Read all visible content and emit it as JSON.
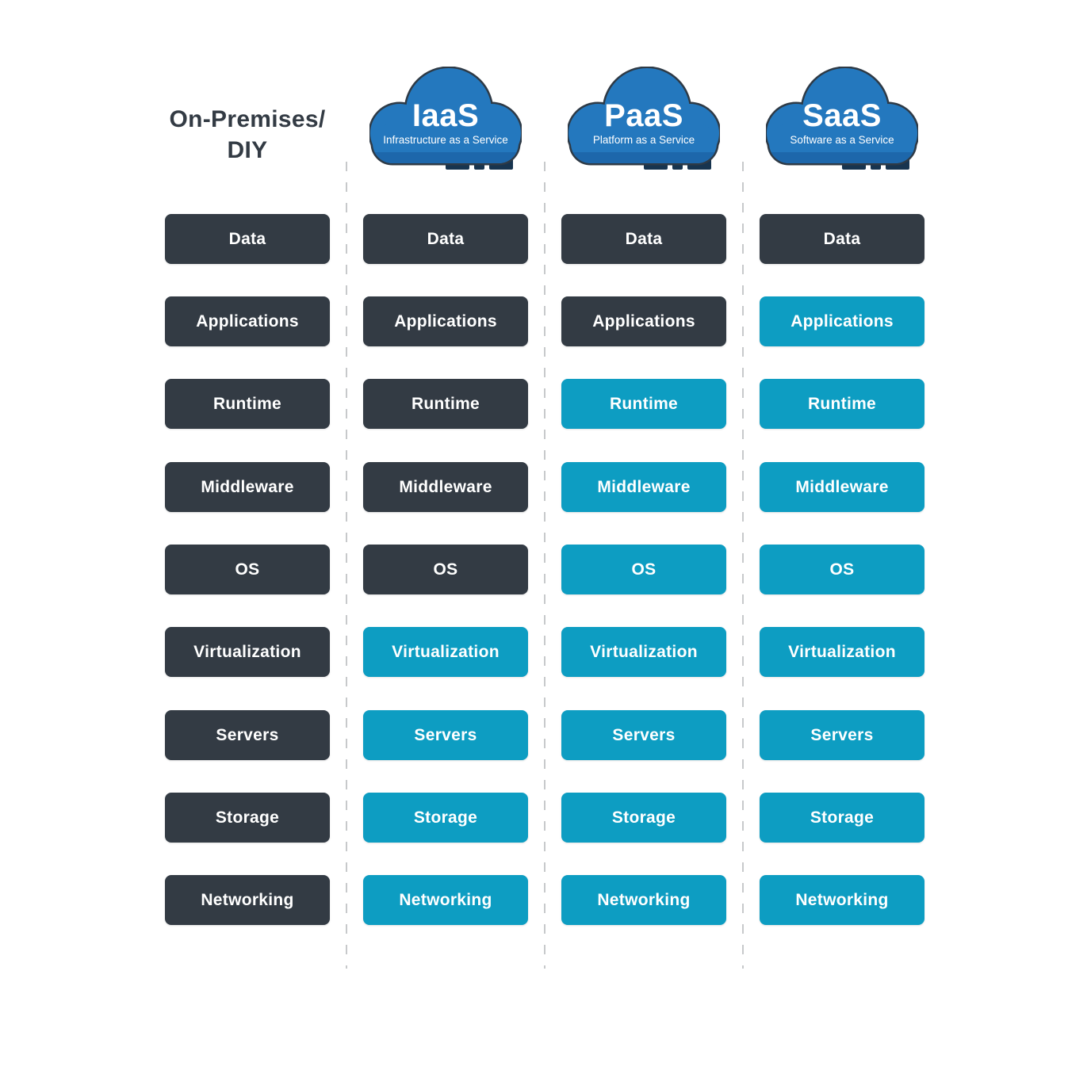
{
  "title": {
    "line1": "On-Premises/",
    "line2": "DIY"
  },
  "columns": [
    {
      "id": "on-premises",
      "header": "On-Premises/DIY",
      "cells": [
        {
          "label": "Data",
          "style": "dark"
        },
        {
          "label": "Applications",
          "style": "dark"
        },
        {
          "label": "Runtime",
          "style": "dark"
        },
        {
          "label": "Middleware",
          "style": "dark"
        },
        {
          "label": "OS",
          "style": "dark"
        },
        {
          "label": "Virtualization",
          "style": "dark"
        },
        {
          "label": "Servers",
          "style": "dark"
        },
        {
          "label": "Storage",
          "style": "dark"
        },
        {
          "label": "Networking",
          "style": "dark"
        }
      ]
    },
    {
      "id": "iaas",
      "cloud": {
        "abbr": "IaaS",
        "full": "Infrastructure as a Service"
      },
      "cells": [
        {
          "label": "Data",
          "style": "dark"
        },
        {
          "label": "Applications",
          "style": "dark"
        },
        {
          "label": "Runtime",
          "style": "dark"
        },
        {
          "label": "Middleware",
          "style": "dark"
        },
        {
          "label": "OS",
          "style": "dark"
        },
        {
          "label": "Virtualization",
          "style": "blue"
        },
        {
          "label": "Servers",
          "style": "blue"
        },
        {
          "label": "Storage",
          "style": "blue"
        },
        {
          "label": "Networking",
          "style": "blue"
        }
      ]
    },
    {
      "id": "paas",
      "cloud": {
        "abbr": "PaaS",
        "full": "Platform as a Service"
      },
      "cells": [
        {
          "label": "Data",
          "style": "dark"
        },
        {
          "label": "Applications",
          "style": "dark"
        },
        {
          "label": "Runtime",
          "style": "blue"
        },
        {
          "label": "Middleware",
          "style": "blue"
        },
        {
          "label": "OS",
          "style": "blue"
        },
        {
          "label": "Virtualization",
          "style": "blue"
        },
        {
          "label": "Servers",
          "style": "blue"
        },
        {
          "label": "Storage",
          "style": "blue"
        },
        {
          "label": "Networking",
          "style": "blue"
        }
      ]
    },
    {
      "id": "saas",
      "cloud": {
        "abbr": "SaaS",
        "full": "Software as a Service"
      },
      "cells": [
        {
          "label": "Data",
          "style": "dark"
        },
        {
          "label": "Applications",
          "style": "blue"
        },
        {
          "label": "Runtime",
          "style": "blue"
        },
        {
          "label": "Middleware",
          "style": "blue"
        },
        {
          "label": "OS",
          "style": "blue"
        },
        {
          "label": "Virtualization",
          "style": "blue"
        },
        {
          "label": "Servers",
          "style": "blue"
        },
        {
          "label": "Storage",
          "style": "blue"
        },
        {
          "label": "Networking",
          "style": "blue"
        }
      ]
    }
  ],
  "colors": {
    "dark_box": "#333b44",
    "blue_box": "#0d9dc2",
    "cloud_fill": "#2478be",
    "cloud_outline": "#2e3a46",
    "cloud_shadow": "#1d67ab",
    "cloud_dash": "#17344f",
    "separator": "#c7c9cb",
    "text_on_box": "#ffffff",
    "heading_text": "#333b44"
  }
}
